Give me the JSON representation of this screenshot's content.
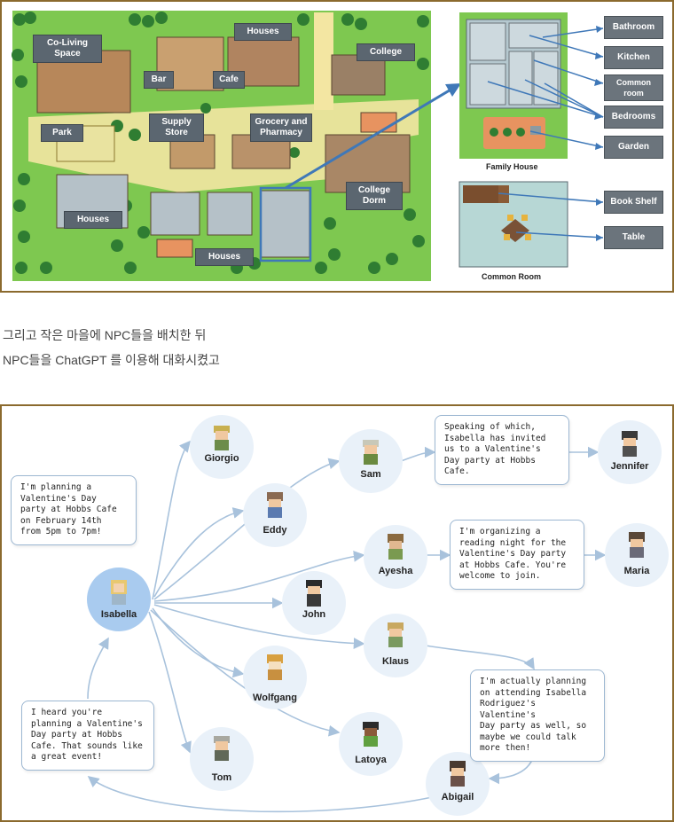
{
  "map": {
    "places": {
      "coliving": "Co-Living\nSpace",
      "houses_top": "Houses",
      "college": "College",
      "bar": "Bar",
      "cafe": "Cafe",
      "supply": "Supply\nStore",
      "grocery": "Grocery and\nPharmacy",
      "park": "Park",
      "dorm": "College\nDorm",
      "houses_left": "Houses",
      "houses_bottom": "Houses"
    },
    "family_house": {
      "caption": "Family House",
      "rooms": [
        "Bathroom",
        "Kitchen",
        "Common\nroom",
        "Bedrooms",
        "Garden"
      ]
    },
    "common_room": {
      "caption": "Common Room",
      "items": [
        "Book Shelf",
        "Table"
      ]
    }
  },
  "korean_text": {
    "line1": "그리고 작은 마을에 NPC들을 배치한 뒤",
    "line2": "NPC들을 ChatGPT 를 이용해 대화시켰고"
  },
  "graph": {
    "npcs": {
      "isabella": "Isabella",
      "giorgio": "Giorgio",
      "eddy": "Eddy",
      "john": "John",
      "wolfgang": "Wolfgang",
      "tom": "Tom",
      "sam": "Sam",
      "ayesha": "Ayesha",
      "klaus": "Klaus",
      "latoya": "Latoya",
      "abigail": "Abigail",
      "jennifer": "Jennifer",
      "maria": "Maria"
    },
    "bubbles": {
      "isabella": "I'm planning a\nValentine's Day\nparty at Hobbs Cafe\non February 14th\nfrom 5pm to 7pm!",
      "sam": "Speaking of which,\nIsabella has invited\nus to a Valentine's\nDay party at Hobbs\nCafe.",
      "ayesha": "I'm organizing a\nreading night for the\nValentine's Day party\nat Hobbs Cafe. You're\nwelcome to join.",
      "abigail": "I'm actually planning\non attending Isabella\nRodriguez's Valentine's\nDay party as well, so\nmaybe we could talk\nmore then!",
      "tom": "I heard you're\nplanning a Valentine's\nDay party at Hobbs\nCafe. That sounds like\na great event!"
    }
  },
  "colors": {
    "grass": "#7ec850",
    "path": "#f3e6a2",
    "label_bg": "#5b6670",
    "arrow_blue": "#3f78b8",
    "frame": "#8b6a2e",
    "npc_circle": "#e9f1f9",
    "npc_highlight": "#a9cbef"
  }
}
